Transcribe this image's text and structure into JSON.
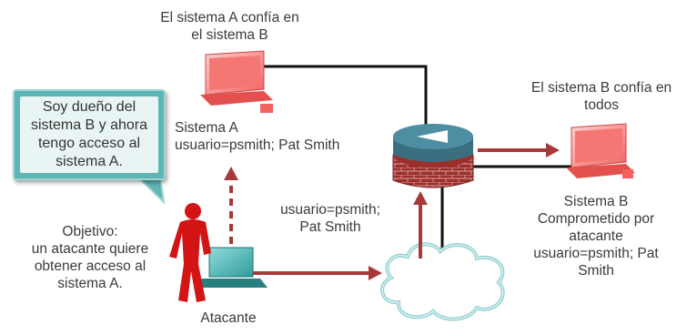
{
  "system_a": {
    "trust_text": "El sistema A confía en\nel sistema B",
    "name": "Sistema A",
    "user": "usuario=psmith; Pat Smith"
  },
  "system_b": {
    "trust_text": "El sistema B confía en\ntodos",
    "name": "Sistema B",
    "status": "Comprometido por\natacante",
    "user": "usuario=psmith; Pat\nSmith"
  },
  "callout": {
    "text": "Soy dueño del\nsistema B y ahora\ntengo acceso al\nsistema A."
  },
  "objective": {
    "text": "Objetivo:\nun atacante quiere\nobtener acceso al\nsistema A."
  },
  "attacker": {
    "label": "Atacante"
  },
  "credential_label": "usuario=psmith;\nPat Smith",
  "colors": {
    "computer_red": "#f2625f",
    "attacker_red": "#d21414",
    "laptop_teal": "#2f9c9b",
    "arrow": "#a8393a",
    "firewall_brick": "#9b2f2c",
    "cloud_outline": "#8fcfcf"
  },
  "icons": [
    "computer-a-icon",
    "computer-b-icon",
    "firewall-icon",
    "cloud-icon",
    "attacker-icon",
    "laptop-icon"
  ]
}
